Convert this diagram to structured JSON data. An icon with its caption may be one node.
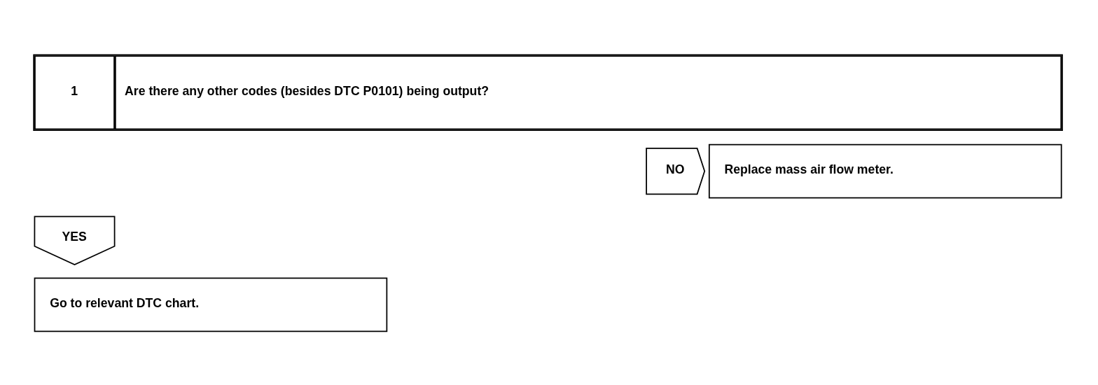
{
  "diagram": {
    "nodes": [
      {
        "text": [
          "1",
          "Are there any other codes (besides DTC P0101) being output?"
        ]
      },
      {
        "text": [
          "NO"
        ]
      },
      {
        "text": [
          "Replace mass air flow meter."
        ]
      },
      {
        "text": [
          "YES"
        ]
      },
      {
        "text": [
          "Go to relevant DTC chart."
        ]
      }
    ]
  }
}
